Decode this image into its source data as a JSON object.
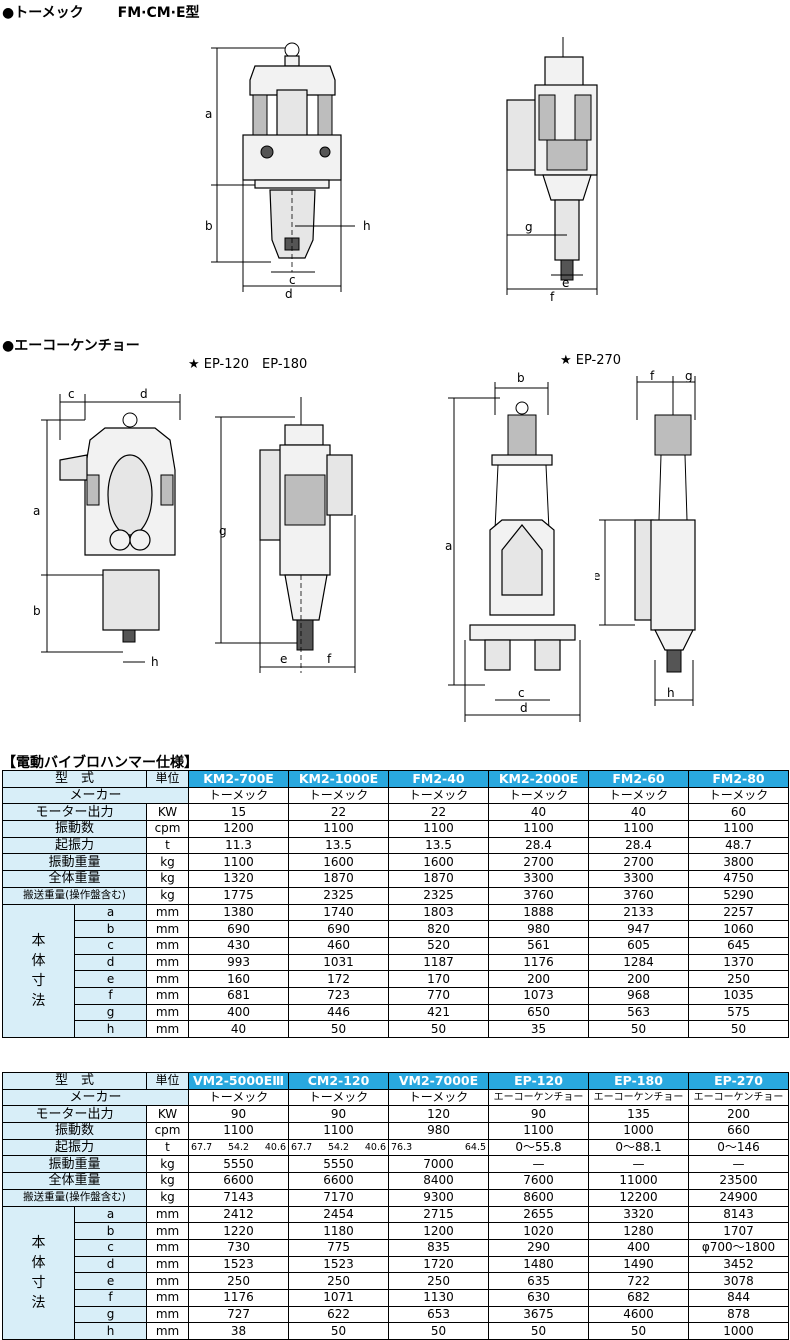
{
  "sections": {
    "tomec": {
      "prefix": "●トーメック",
      "suffix": "FM·CM·E型"
    },
    "eco": {
      "prefix": "●エーコーケンチョー"
    },
    "ep_small_label": "★ EP-120　EP-180",
    "ep_large_label": "★ EP-270"
  },
  "dims": {
    "a": "a",
    "b": "b",
    "c": "c",
    "d": "d",
    "e": "e",
    "f": "f",
    "g": "g",
    "h": "h"
  },
  "table_title": "【電動バイブロハンマー仕様】",
  "table1": {
    "head": [
      "型　式",
      "単位",
      "KM2-700E",
      "KM2-1000E",
      "FM2-40",
      "KM2-2000E",
      "FM2-60",
      "FM2-80"
    ],
    "maker": {
      "label": "メーカー",
      "values": [
        "トーメック",
        "トーメック",
        "トーメック",
        "トーメック",
        "トーメック",
        "トーメック"
      ]
    },
    "rows": [
      {
        "label": "モーター出力",
        "unit": "KW",
        "values": [
          "15",
          "22",
          "22",
          "40",
          "40",
          "60"
        ]
      },
      {
        "label": "振動数",
        "unit": "cpm",
        "values": [
          "1200",
          "1100",
          "1100",
          "1100",
          "1100",
          "1100"
        ]
      },
      {
        "label": "起振力",
        "unit": "t",
        "values": [
          "11.3",
          "13.5",
          "13.5",
          "28.4",
          "28.4",
          "48.7"
        ]
      },
      {
        "label": "振動重量",
        "unit": "kg",
        "values": [
          "1100",
          "1600",
          "1600",
          "2700",
          "2700",
          "3800"
        ]
      },
      {
        "label": "全体重量",
        "unit": "kg",
        "values": [
          "1320",
          "1870",
          "1870",
          "3300",
          "3300",
          "4750"
        ]
      },
      {
        "label": "搬送重量(操作盤含む)",
        "unit": "kg",
        "values": [
          "1775",
          "2325",
          "2325",
          "3760",
          "3760",
          "5290"
        ]
      }
    ],
    "group_label": "本体寸法",
    "dim_rows": [
      {
        "key": "a",
        "unit": "mm",
        "values": [
          "1380",
          "1740",
          "1803",
          "1888",
          "2133",
          "2257"
        ]
      },
      {
        "key": "b",
        "unit": "mm",
        "values": [
          "690",
          "690",
          "820",
          "980",
          "947",
          "1060"
        ]
      },
      {
        "key": "c",
        "unit": "mm",
        "values": [
          "430",
          "460",
          "520",
          "561",
          "605",
          "645"
        ]
      },
      {
        "key": "d",
        "unit": "mm",
        "values": [
          "993",
          "1031",
          "1187",
          "1176",
          "1284",
          "1370"
        ]
      },
      {
        "key": "e",
        "unit": "mm",
        "values": [
          "160",
          "172",
          "170",
          "200",
          "200",
          "250"
        ]
      },
      {
        "key": "f",
        "unit": "mm",
        "values": [
          "681",
          "723",
          "770",
          "1073",
          "968",
          "1035"
        ]
      },
      {
        "key": "g",
        "unit": "mm",
        "values": [
          "400",
          "446",
          "421",
          "650",
          "563",
          "575"
        ]
      },
      {
        "key": "h",
        "unit": "mm",
        "values": [
          "40",
          "50",
          "50",
          "35",
          "50",
          "50"
        ]
      }
    ]
  },
  "table2": {
    "head": [
      "型　式",
      "単位",
      "VM2-5000EⅢ",
      "CM2-120",
      "VM2-7000E",
      "EP-120",
      "EP-180",
      "EP-270"
    ],
    "maker": {
      "label": "メーカー",
      "values": [
        "トーメック",
        "トーメック",
        "トーメック",
        "エーコーケンチョー",
        "エーコーケンチョー",
        "エーコーケンチョー"
      ]
    },
    "rows_top": [
      {
        "label": "モーター出力",
        "unit": "KW",
        "values": [
          "90",
          "90",
          "120",
          "90",
          "135",
          "200"
        ]
      },
      {
        "label": "振動数",
        "unit": "cpm",
        "values": [
          "1100",
          "1100",
          "980",
          "1100",
          "1000",
          "660"
        ]
      }
    ],
    "force": {
      "label": "起振力",
      "unit": "t",
      "splits": [
        [
          "67.7",
          "54.2",
          "40.6"
        ],
        [
          "67.7",
          "54.2",
          "40.6"
        ],
        [
          "76.3",
          "64.5"
        ]
      ],
      "values": [
        "0～55.8",
        "0～88.1",
        "0～146"
      ]
    },
    "rows_bottom": [
      {
        "label": "振動重量",
        "unit": "kg",
        "values": [
          "5550",
          "5550",
          "7000",
          "—",
          "—",
          "—"
        ]
      },
      {
        "label": "全体重量",
        "unit": "kg",
        "values": [
          "6600",
          "6600",
          "8400",
          "7600",
          "11000",
          "23500"
        ]
      },
      {
        "label": "搬送重量(操作盤含む)",
        "unit": "kg",
        "values": [
          "7143",
          "7170",
          "9300",
          "8600",
          "12200",
          "24900"
        ]
      }
    ],
    "group_label": "本体寸法",
    "dim_rows": [
      {
        "key": "a",
        "unit": "mm",
        "values": [
          "2412",
          "2454",
          "2715",
          "2655",
          "3320",
          "8143"
        ]
      },
      {
        "key": "b",
        "unit": "mm",
        "values": [
          "1220",
          "1180",
          "1200",
          "1020",
          "1280",
          "1707"
        ]
      },
      {
        "key": "c",
        "unit": "mm",
        "values": [
          "730",
          "775",
          "835",
          "290",
          "400",
          "φ700～1800"
        ]
      },
      {
        "key": "d",
        "unit": "mm",
        "values": [
          "1523",
          "1523",
          "1720",
          "1480",
          "1490",
          "3452"
        ]
      },
      {
        "key": "e",
        "unit": "mm",
        "values": [
          "250",
          "250",
          "250",
          "635",
          "722",
          "3078"
        ]
      },
      {
        "key": "f",
        "unit": "mm",
        "values": [
          "1176",
          "1071",
          "1130",
          "630",
          "682",
          "844"
        ]
      },
      {
        "key": "g",
        "unit": "mm",
        "values": [
          "727",
          "622",
          "653",
          "3675",
          "4600",
          "878"
        ]
      },
      {
        "key": "h",
        "unit": "mm",
        "values": [
          "38",
          "50",
          "50",
          "50",
          "50",
          "1000"
        ]
      }
    ]
  }
}
